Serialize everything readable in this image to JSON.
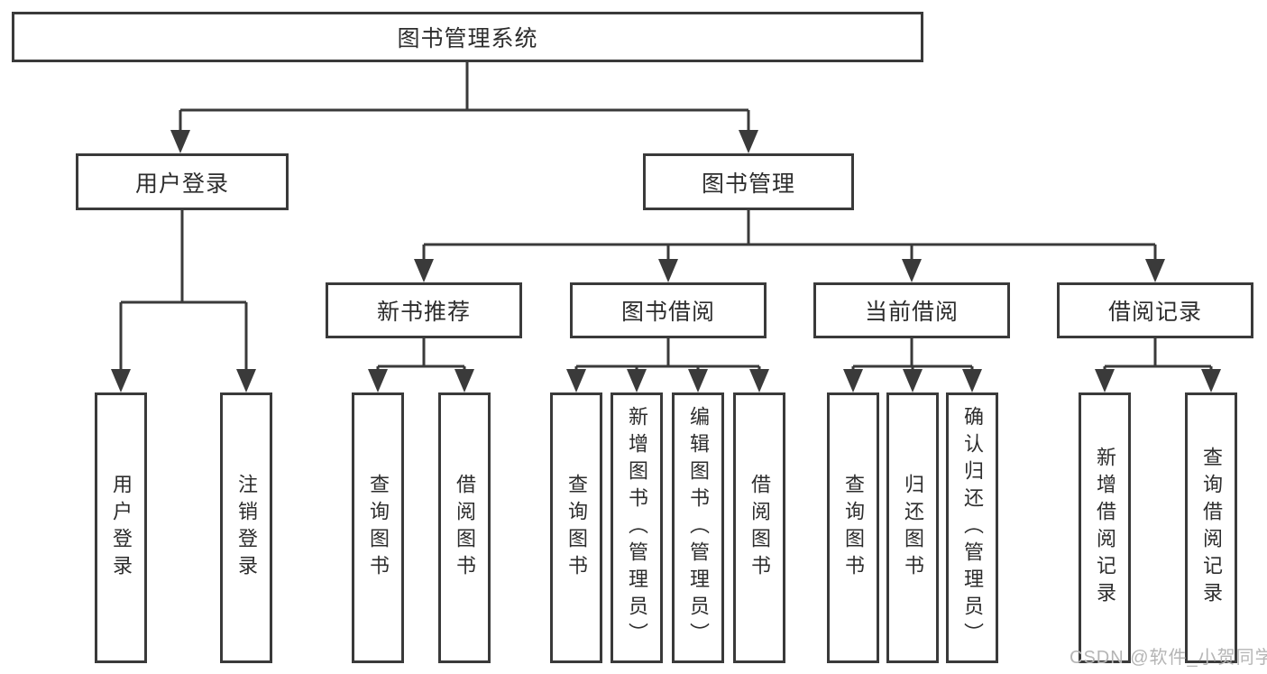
{
  "diagram_type": "function-structure-tree",
  "colors": {
    "line": "#3a3a3a",
    "box_border": "#3a3a3a",
    "box_background": "#ffffff",
    "text": "#2d2d2d",
    "watermark": "#b5b5b5"
  },
  "tree": {
    "label": "图书管理系统",
    "children": [
      {
        "label": "用户登录",
        "children": [
          {
            "label": "用户登录"
          },
          {
            "label": "注销登录"
          }
        ]
      },
      {
        "label": "图书管理",
        "children": [
          {
            "label": "新书推荐",
            "children": [
              {
                "label": "查询图书"
              },
              {
                "label": "借阅图书"
              }
            ]
          },
          {
            "label": "图书借阅",
            "children": [
              {
                "label": "查询图书"
              },
              {
                "label": "新增图书（管理员）"
              },
              {
                "label": "编辑图书（管理员）"
              },
              {
                "label": "借阅图书"
              }
            ]
          },
          {
            "label": "当前借阅",
            "children": [
              {
                "label": "查询图书"
              },
              {
                "label": "归还图书"
              },
              {
                "label": "确认归还（管理员）"
              }
            ]
          },
          {
            "label": "借阅记录",
            "children": [
              {
                "label": "新增借阅记录"
              },
              {
                "label": "查询借阅记录"
              }
            ]
          }
        ]
      }
    ]
  },
  "watermark": {
    "text": "CSDN @软件_小贺同学"
  }
}
